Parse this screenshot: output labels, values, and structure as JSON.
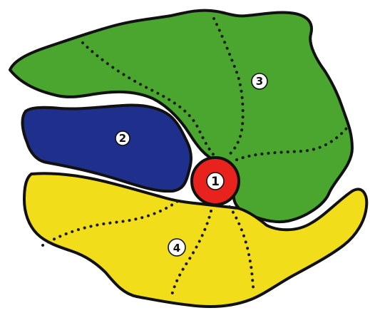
{
  "regions": {
    "center": {
      "label": "1",
      "color": "#e8231e"
    },
    "blue": {
      "label": "2",
      "color": "#1f2f8c"
    },
    "green": {
      "label": "3",
      "color": "#4aa62e"
    },
    "yellow": {
      "label": "4",
      "color": "#f2dd1a"
    }
  }
}
